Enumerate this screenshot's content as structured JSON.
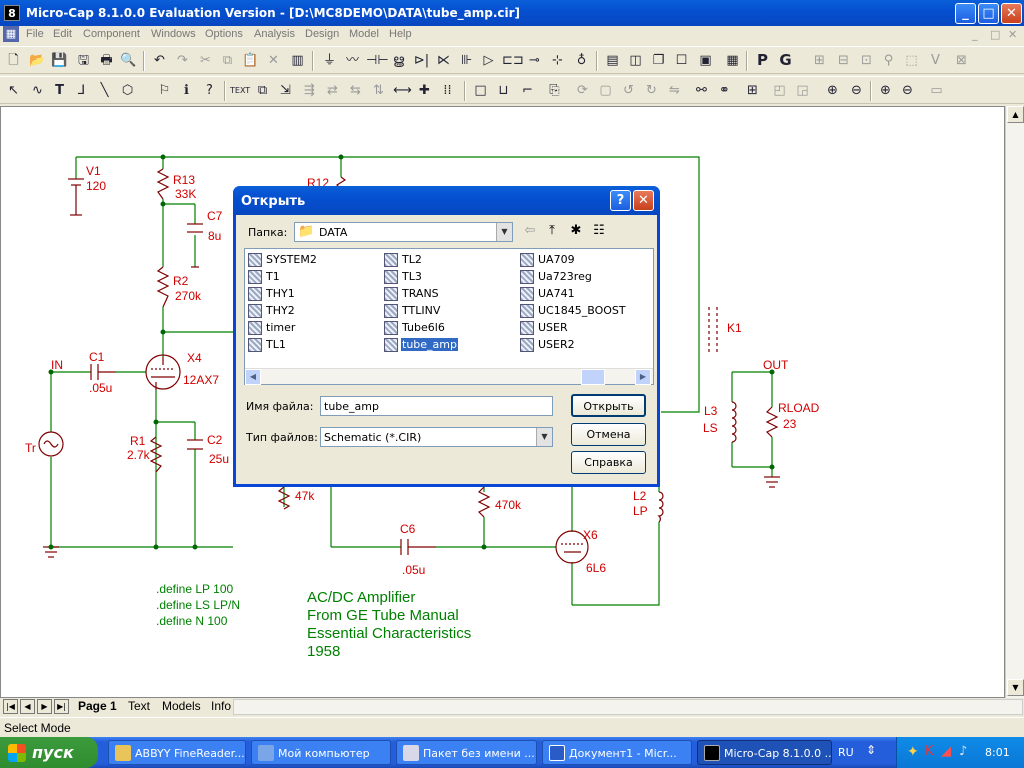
{
  "window": {
    "title": "Micro-Cap 8.1.0.0 Evaluation Version - [D:\\MC8DEMO\\DATA\\tube_amp.cir]",
    "app_icon_text": "8",
    "minimize": "_",
    "maximize": "□",
    "close": "✕"
  },
  "menu": {
    "items": [
      "File",
      "Edit",
      "Component",
      "Windows",
      "Options",
      "Analysis",
      "Design",
      "Model",
      "Help"
    ],
    "mdi_controls": [
      "_",
      "□",
      "✕"
    ]
  },
  "schematic": {
    "labels": {
      "v1": "V1",
      "v1_val": "120",
      "r13": "R13",
      "r13_val": "33K",
      "r12": "R12",
      "c7": "C7",
      "c7_val": "8u",
      "r2": "R2",
      "r2_val": "270k",
      "x4": "X4",
      "x4_val": "12AX7",
      "in": "IN",
      "c1": "C1",
      "c1_val": ".05u",
      "tr": "Tr",
      "r1": "R1",
      "r1_val": "2.7k",
      "c2": "C2",
      "c2_val": "25u",
      "r47k": "47k",
      "k1": "K1",
      "out": "OUT",
      "l3": "L3",
      "ls": "LS",
      "rload": "RLOAD",
      "rload_val": "23",
      "l2": "L2",
      "lp": "LP",
      "r470k": "470k",
      "c6": "C6",
      "c6_val": ".05u",
      "x6": "X6",
      "x6_val": "6L6"
    },
    "defines": [
      ".define LP 100",
      ".define LS LP/N",
      ".define N 100"
    ],
    "notes": [
      "AC/DC Amplifier",
      "From GE Tube Manual",
      "Essential Characteristics",
      "1958"
    ]
  },
  "page_tabs": [
    "Page 1",
    "Text",
    "Models",
    "Info"
  ],
  "status": {
    "text": "Select Mode"
  },
  "dialog": {
    "title": "Открыть",
    "help_btn": "?",
    "close_btn": "✕",
    "folder_label": "Папка:",
    "folder_value": "DATA",
    "files": [
      {
        "name": "SYSTEM2",
        "selected": false
      },
      {
        "name": "T1",
        "selected": false
      },
      {
        "name": "THY1",
        "selected": false
      },
      {
        "name": "THY2",
        "selected": false
      },
      {
        "name": "timer",
        "selected": false
      },
      {
        "name": "TL1",
        "selected": false
      },
      {
        "name": "TL2",
        "selected": false
      },
      {
        "name": "TL3",
        "selected": false
      },
      {
        "name": "TRANS",
        "selected": false
      },
      {
        "name": "TTLINV",
        "selected": false
      },
      {
        "name": "Tube6l6",
        "selected": false
      },
      {
        "name": "tube_amp",
        "selected": true
      },
      {
        "name": "UA709",
        "selected": false
      },
      {
        "name": "Ua723reg",
        "selected": false
      },
      {
        "name": "UA741",
        "selected": false
      },
      {
        "name": "UC1845_BOOST",
        "selected": false
      },
      {
        "name": "USER",
        "selected": false
      },
      {
        "name": "USER2",
        "selected": false
      }
    ],
    "filename_label": "Имя файла:",
    "filename_value": "tube_amp",
    "filetype_label": "Тип файлов:",
    "filetype_value": "Schematic (*.CIR)",
    "open_btn": "Открыть",
    "cancel_btn": "Отмена",
    "help_text_btn": "Справка"
  },
  "taskbar": {
    "start": "пуск",
    "tasks": [
      {
        "label": "ABBYY FineReader...",
        "active": false
      },
      {
        "label": "Мой компьютер",
        "active": false
      },
      {
        "label": "Пакет без имени ...",
        "active": false
      },
      {
        "label": "Документ1 - Micr...",
        "active": false
      },
      {
        "label": "Micro-Cap 8.1.0.0 ...",
        "active": true
      }
    ],
    "lang": "RU",
    "clock": "8:01"
  },
  "colors": {
    "wire": "#008000",
    "component": "#7f0000",
    "label": "#d00000",
    "note": "#008000"
  }
}
